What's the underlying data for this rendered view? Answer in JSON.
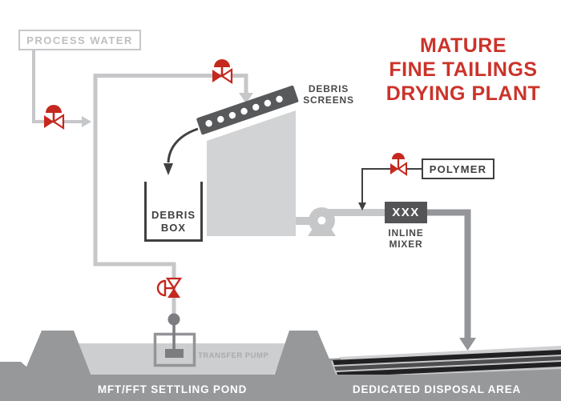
{
  "title": {
    "line1": "MATURE",
    "line2": "FINE TAILINGS",
    "line3": "DRYING PLANT"
  },
  "boxes": {
    "process_water": "PROCESS WATER",
    "polymer": "POLYMER",
    "inline_mixer_code": "XXX",
    "debris_box_line1": "DEBRIS",
    "debris_box_line2": "BOX"
  },
  "labels": {
    "debris_screens_line1": "DEBRIS",
    "debris_screens_line2": "SCREENS",
    "inline_mixer_line1": "INLINE",
    "inline_mixer_line2": "MIXER",
    "transfer_pump": "TRANSFER PUMP",
    "settling_pond": "MFT/FFT SETTLING POND",
    "disposal_area": "DEDICATED DISPOSAL AREA"
  },
  "icons": {
    "control_valve": "red bowtie valve with actuator dome",
    "pump": "centrifugal pump silhouette",
    "debris_screen": "slanted perforated screen bar",
    "transfer_pump": "submersible pump in pond",
    "flow_arrow": "gray directional arrow"
  },
  "colors": {
    "brand_red": "#c5281e",
    "title_red": "#cb332a",
    "pipe_gray": "#c6c7c9",
    "dark_gray": "#424345",
    "screen_gray": "#58595b",
    "terrain_gray": "#97989a",
    "pond_gray": "#cdcecf",
    "stripe_black": "#212022"
  }
}
